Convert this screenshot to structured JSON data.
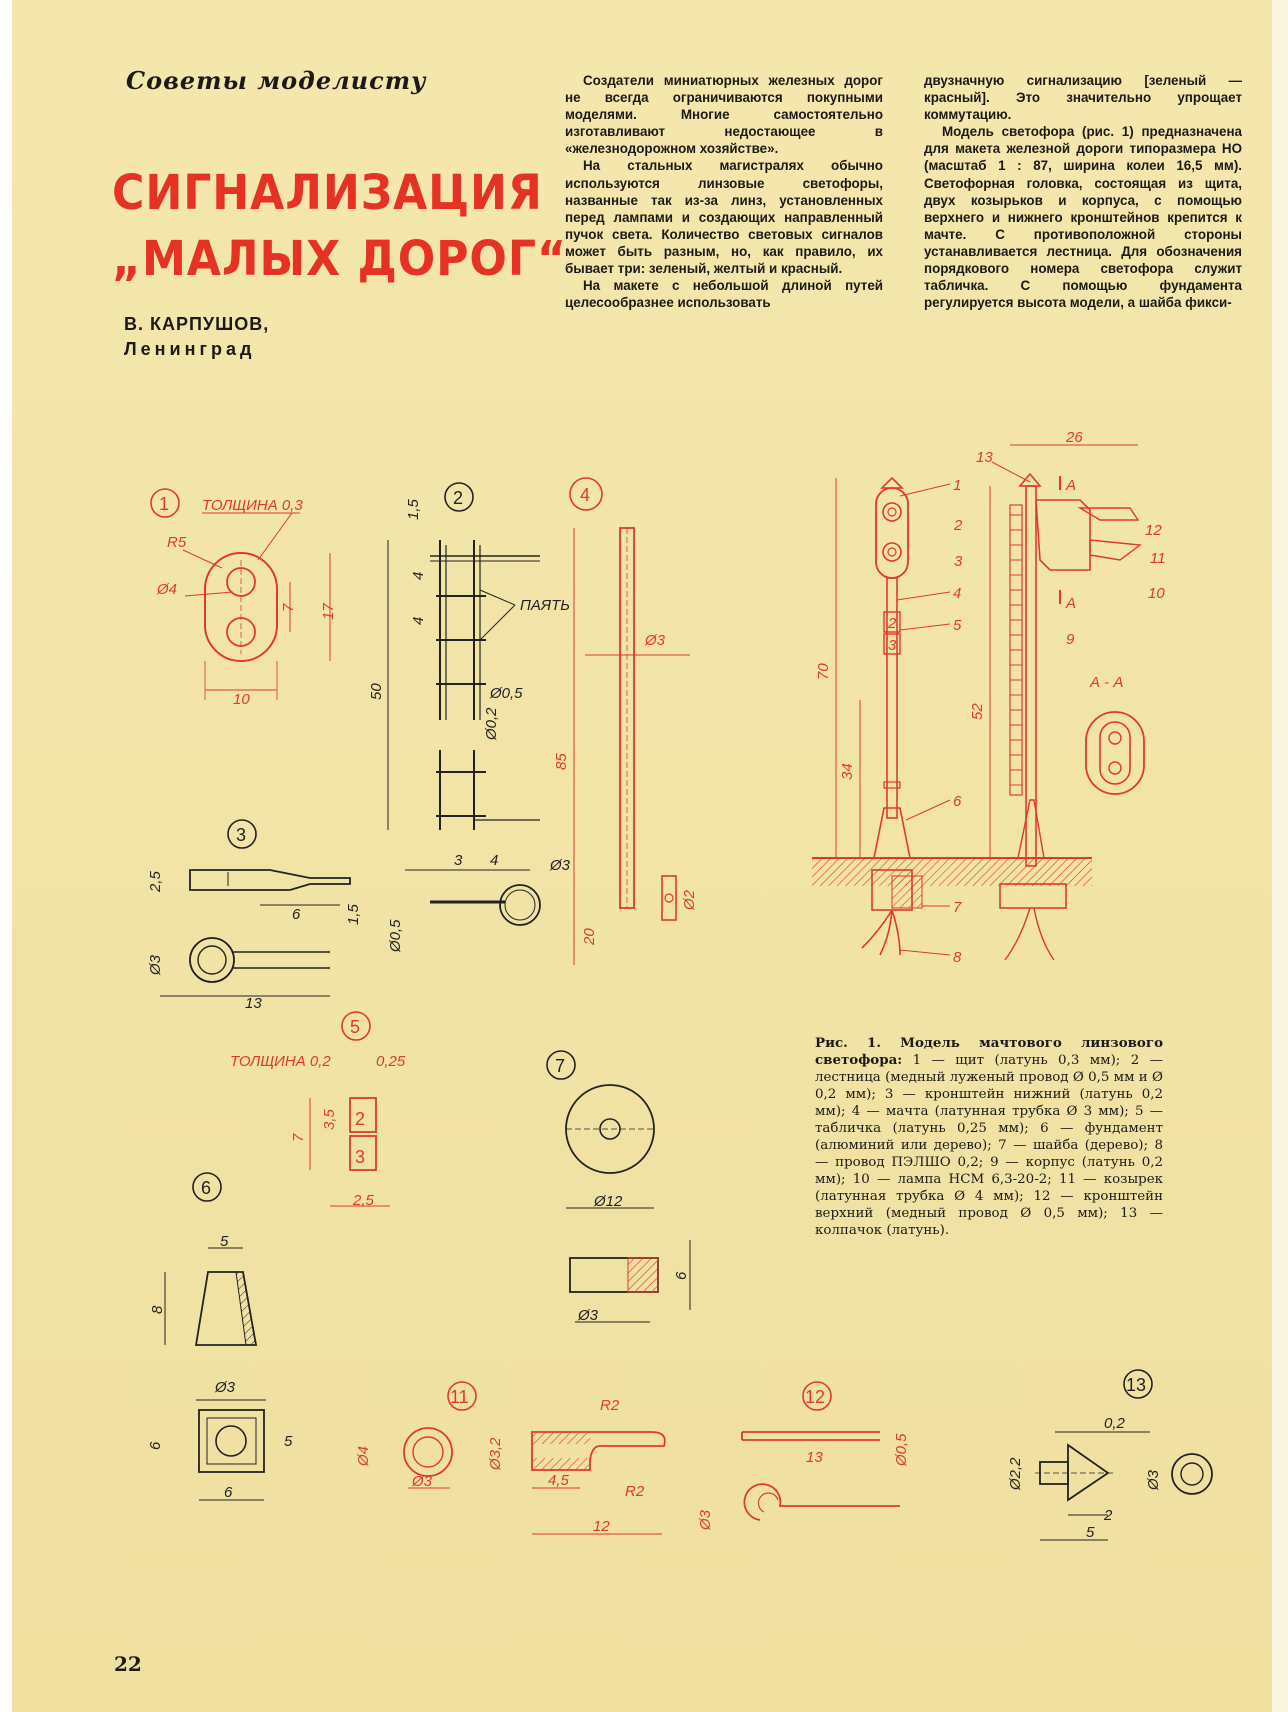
{
  "rubric": "Советы моделисту",
  "title": {
    "line1": "СИГНАЛИЗАЦИЯ",
    "line2": "„МАЛЫХ ДОРОГ“"
  },
  "author": {
    "name": "В. КАРПУШОВ,",
    "city": "Ленинград"
  },
  "column1": [
    "Создатели миниатюрных железных дорог не всегда ограничиваются покупными моделями. Многие самостоятельно изготавливают недостающее в «железнодорожном хозяйстве».",
    "На стальных магистралях обычно используются линзовые светофоры, названные так из-за линз, установленных перед лампами и создающих направленный пучок света. Количество световых сигналов может быть разным, но, как правило, их бывает три: зеленый, желтый и красный.",
    "На макете с небольшой длиной путей целесообразнее использовать"
  ],
  "column2": [
    "двузначную сигнализацию [зеленый — красный]. Это значительно упрощает коммутацию.",
    "Модель светофора (рис. 1) предназначена для макета железной дороги типоразмера НО (масштаб 1 : 87, ширина колеи 16,5 мм). Светофорная головка, состоящая из щита, двух козырьков и корпуса, с помощью верхнего и нижнего кронштейнов крепится к мачте. С противоположной стороны устанавливается лестница. Для обозначения порядкового номера светофора служит табличка. С помощью фундамента регулируется высота модели, а шайба фикси-"
  ],
  "caption": {
    "lead": "Рис. 1. Модель мачтового линзового светофора:",
    "text": "1 — щит (латунь 0,3 мм); 2 — лестница (медный луженый провод Ø 0,5 мм и Ø 0,2 мм); 3 — кронштейн нижний (латунь 0,2 мм); 4 — мачта (латунная трубка Ø 3 мм); 5 — табличка (латунь 0,25 мм); 6 — фундамент (алюминий или дерево); 7 — шайба (дерево); 8 — провод ПЭЛШО 0,2; 9 — корпус (латунь 0,2 мм); 10 — лампа НСМ 6,3-20-2; 11 — козырек (латунная трубка Ø 4 мм); 12 — кронштейн верхний (медный провод Ø 0,5 мм); 13 — колпачок (латунь)."
  },
  "page_number": "22",
  "drawing": {
    "part_numbers": [
      "1",
      "2",
      "3",
      "4",
      "5",
      "6",
      "7",
      "11",
      "12",
      "13"
    ],
    "labels": {
      "p1_thickness": "ТОЛЩИНА 0,3",
      "p1_r": "R5",
      "p1_d": "Ø4",
      "p1_7": "7",
      "p1_17": "17",
      "p1_10": "10",
      "p2_15": "1,5",
      "p2_4a": "4",
      "p2_4b": "4",
      "p2_solder": "ПАЯТЬ",
      "p2_50": "50",
      "p2_d05": "Ø0,5",
      "p2_d02": "Ø0,2",
      "p3_25": "2,5",
      "p3_6": "6",
      "p3_15": "1,5",
      "p3_d3": "Ø3",
      "p3_13": "13",
      "p2b_3": "3",
      "p2b_4": "4",
      "p2b_d3": "Ø3",
      "p2b_d05": "Ø0,5",
      "p4_d3": "Ø3",
      "p4_85": "85",
      "p4_20": "20",
      "p4_d2": "Ø2",
      "p5_thickness": "ТОЛЩИНА 0,2",
      "p5_025": "0,25",
      "p5_35": "3,5",
      "p5_7": "7",
      "p5_25": "2,5",
      "p5_2": "2",
      "p5_3": "3",
      "p6_5": "5",
      "p6_8": "8",
      "p6_d3": "Ø3",
      "p6_6a": "6",
      "p6_5b": "5",
      "p6_6b": "6",
      "p7_d12": "Ø12",
      "p7_6": "6",
      "p7_d3": "Ø3",
      "p11_d4": "Ø4",
      "p11_d3": "Ø3",
      "p11_d32": "Ø3,2",
      "p11_r2a": "R2",
      "p11_r2b": "R2",
      "p11_45": "4,5",
      "p11_12": "12",
      "p12_13": "13",
      "p12_d05": "Ø0,5",
      "p12_d3": "Ø3",
      "p13_02": "0,2",
      "p13_d22": "Ø2,2",
      "p13_d3": "Ø3",
      "p13_2": "2",
      "p13_5": "5",
      "asm_26": "26",
      "asm_13": "13",
      "asm_a1": "А",
      "asm_a2": "А",
      "asm_section": "А - А",
      "asm_70": "70",
      "asm_34": "34",
      "asm_52": "52",
      "asm_1": "1",
      "asm_2": "2",
      "asm_3": "3",
      "asm_4": "4",
      "asm_5": "5",
      "asm_6": "6",
      "asm_7": "7",
      "asm_8": "8",
      "asm_9": "9",
      "asm_10": "10",
      "asm_11": "11",
      "asm_12": "12",
      "asm_plate2": "2",
      "asm_plate3": "3"
    }
  }
}
